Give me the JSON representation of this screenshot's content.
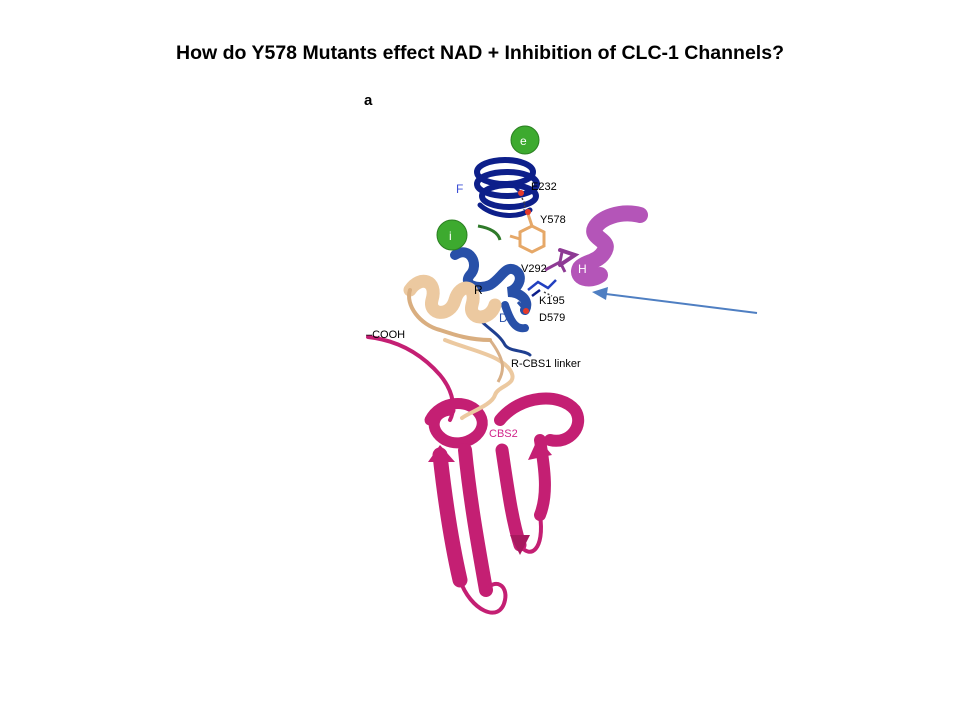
{
  "slide": {
    "title": "How do Y578 Mutants effect NAD + Inhibition of CLC-1 Channels?"
  },
  "figure": {
    "panel_label": "a",
    "labels": {
      "e": "e",
      "F": "F",
      "E232": "E232",
      "Y578": "Y578",
      "i": "i",
      "V292": "V292",
      "H": "H",
      "R": "R",
      "K195": "K195",
      "D": "D",
      "D579": "D579",
      "COOH": "–COOH",
      "linker": "R-CBS1 linker",
      "CBS2": "CBS2"
    },
    "colors": {
      "helix_F": "#0d1f8a",
      "helix_R_blue": "#2850a8",
      "helix_R_tan": "#ecc9a0",
      "helix_H": "#b455b8",
      "cbs2": "#c41f73",
      "ion_sphere": "#3daa2f",
      "arrow": "#4f7fc2",
      "oxygen": "#e63a2a",
      "nitrogen": "#2240c0"
    },
    "icons": [
      "arrow-icon"
    ]
  }
}
